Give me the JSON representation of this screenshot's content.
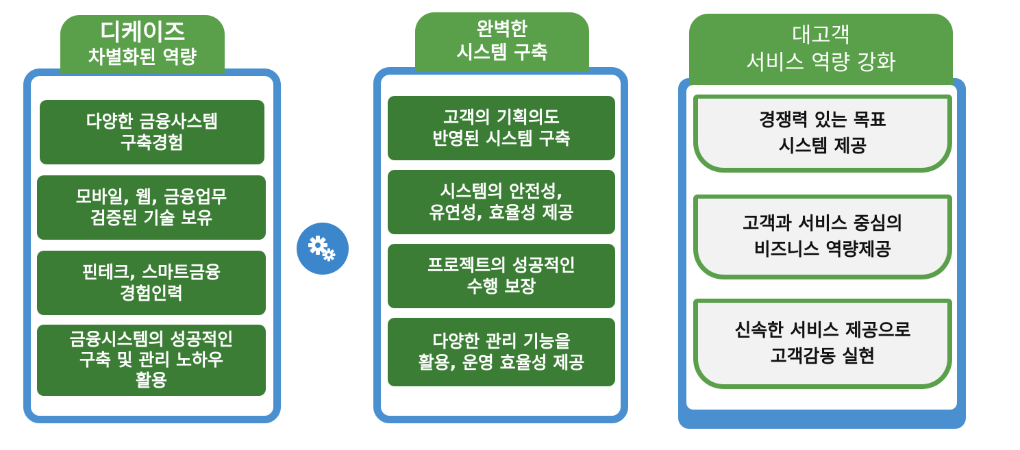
{
  "columns": [
    {
      "header_line1": "디케이즈",
      "header_line2": "차별화된 역량",
      "items": [
        {
          "line1": "다양한 금융사스템",
          "line2": "구축경험",
          "line3": ""
        },
        {
          "line1": "모바일, 웹, 금융업무",
          "line2": "검증된 기술 보유",
          "line3": ""
        },
        {
          "line1": "핀테크, 스마트금융",
          "line2": "경험인력",
          "line3": ""
        },
        {
          "line1": "금융시스템의 성공적인",
          "line2": "구축 및 관리 노하우",
          "line3": "활용"
        }
      ]
    },
    {
      "header_line1": "완벽한",
      "header_line2": "시스템 구축",
      "items": [
        {
          "line1": "고객의 기획의도",
          "line2": "반영된 시스템 구축",
          "line3": ""
        },
        {
          "line1": "시스템의 안전성,",
          "line2": "유연성, 효율성 제공",
          "line3": ""
        },
        {
          "line1": "프로젝트의 성공적인",
          "line2": "수행 보장",
          "line3": ""
        },
        {
          "line1": "다양한 관리 기능을",
          "line2": "활용, 운영 효율성 제공",
          "line3": ""
        }
      ]
    },
    {
      "header_line1": "대고객",
      "header_line2": "서비스 역량 강화",
      "items": [
        {
          "line1": "경쟁력 있는 목표",
          "line2": "시스템 제공",
          "line3": ""
        },
        {
          "line1": "고객과 서비스 중심의",
          "line2": "비즈니스 역량제공",
          "line3": ""
        },
        {
          "line1": "신속한 서비스 제공으로",
          "line2": "고객감동 실현",
          "line3": ""
        }
      ]
    }
  ],
  "icons": {
    "center": "gears-icon"
  },
  "colors": {
    "header_green": "#5aa04a",
    "item_green": "#3b7d35",
    "panel_blue": "#4a90d0",
    "card_fill": "#f2f2f2"
  }
}
